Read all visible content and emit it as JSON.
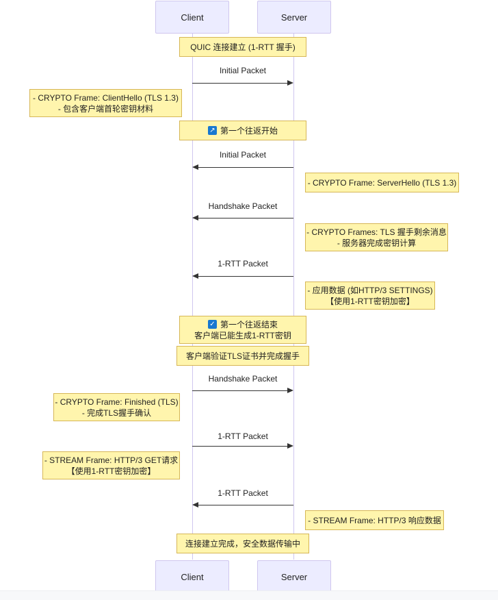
{
  "diagram": {
    "type": "sequence-diagram",
    "title_note": "QUIC 连接建立 (1-RTT 握手)",
    "participants": [
      {
        "name": "Client",
        "label": "Client"
      },
      {
        "name": "Server",
        "label": "Server"
      }
    ],
    "messages": [
      {
        "label": "Initial Packet",
        "from": "Client",
        "to": "Server",
        "direction": "right"
      },
      {
        "label": "Initial Packet",
        "from": "Server",
        "to": "Client",
        "direction": "left"
      },
      {
        "label": "Handshake Packet",
        "from": "Server",
        "to": "Client",
        "direction": "left"
      },
      {
        "label": "1-RTT Packet",
        "from": "Server",
        "to": "Client",
        "direction": "left"
      },
      {
        "label": "Handshake Packet",
        "from": "Client",
        "to": "Server",
        "direction": "right"
      },
      {
        "label": "1-RTT Packet",
        "from": "Client",
        "to": "Server",
        "direction": "right"
      },
      {
        "label": "1-RTT Packet",
        "from": "Server",
        "to": "Client",
        "direction": "left"
      }
    ],
    "notes": {
      "header": {
        "text": "QUIC 连接建立 (1-RTT 握手)",
        "side": "over"
      },
      "client_hello": {
        "line1": "- CRYPTO Frame: ClientHello (TLS 1.3)",
        "line2": "- 包含客户端首轮密钥材料",
        "side": "left-of-client"
      },
      "rtt_start": {
        "icon": "trending-up-icon",
        "icon_glyph": "↗",
        "line1": "第一个往返开始",
        "side": "over"
      },
      "server_hello": {
        "line1": "- CRYPTO Frame: ServerHello (TLS 1.3)",
        "side": "right-of-server"
      },
      "tls_remaining": {
        "line1": "- CRYPTO Frames: TLS 握手剩余消息",
        "line2": "- 服务器完成密钥计算",
        "side": "right-of-server"
      },
      "app_data": {
        "line1": "- 应用数据 (如HTTP/3 SETTINGS)",
        "line2": "【使用1-RTT密钥加密】",
        "side": "right-of-server"
      },
      "rtt_end": {
        "icon": "check-icon",
        "icon_glyph": "✓",
        "line1": "第一个往返结束",
        "line2": "客户端已能生成1-RTT密钥",
        "side": "over"
      },
      "verify_cert": {
        "line1": "客户端验证TLS证书并完成握手",
        "side": "over"
      },
      "finished": {
        "line1": "- CRYPTO Frame: Finished (TLS)",
        "line2": "- 完成TLS握手确认",
        "side": "left-of-client"
      },
      "http_get": {
        "line1": "- STREAM Frame: HTTP/3 GET请求",
        "line2": "【使用1-RTT密钥加密】",
        "side": "left-of-client"
      },
      "http_resp": {
        "line1": "- STREAM Frame: HTTP/3 响应数据",
        "side": "right-of-server"
      },
      "done": {
        "line1": "连接建立完成，安全数据传输中",
        "side": "over"
      }
    },
    "colors": {
      "participant_fill": "#ececff",
      "participant_border": "#cfc6ee",
      "note_fill": "#fff5ad",
      "note_border": "#d6b656",
      "lifeline": "#cfc6ee",
      "arrow": "#333333",
      "icon_blue": "#1878d0"
    }
  }
}
